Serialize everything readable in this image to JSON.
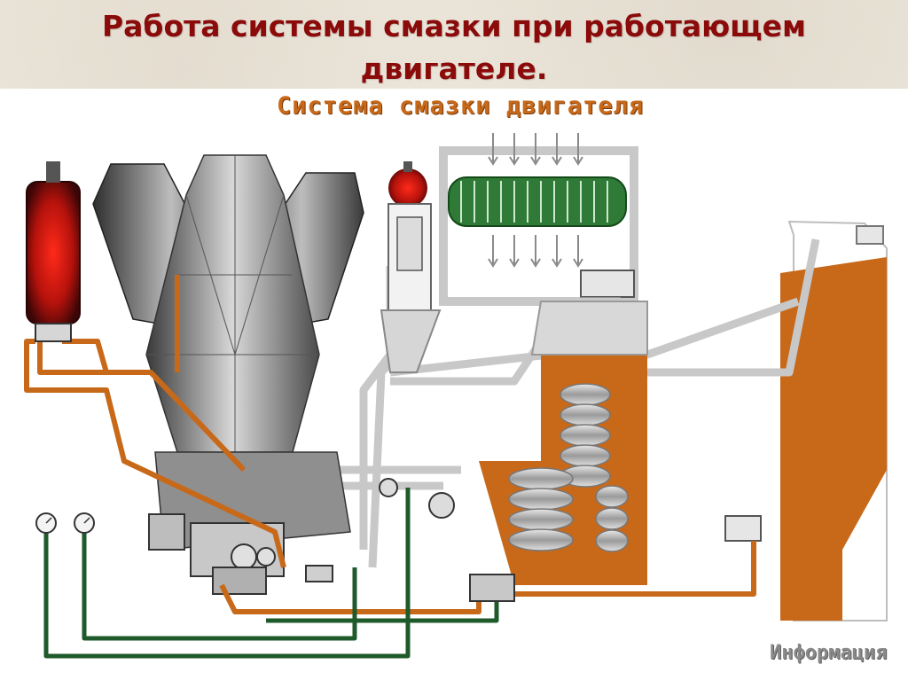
{
  "slide": {
    "title_line1": "Работа системы смазки при работающем",
    "title_line2": "двигателе."
  },
  "diagram": {
    "heading": "Система смазки двигателя",
    "footer": "Информация",
    "components": [
      "oil-filter-red",
      "engine-block-v",
      "centrifugal-filter-red-cap",
      "oil-cooler-radiator",
      "oil-tank",
      "oil-pump",
      "pressure-gauges"
    ],
    "colors": {
      "title": "#8b0a0a",
      "heading": "#c8691a",
      "oil": "#c8691a",
      "pipe_gray": "#c8c8c8",
      "pipe_green": "#1e5a2a",
      "filter_red": "#c0120c",
      "radiator_green": "#2f7a36",
      "engine_gray": "#8a8a8a"
    }
  }
}
